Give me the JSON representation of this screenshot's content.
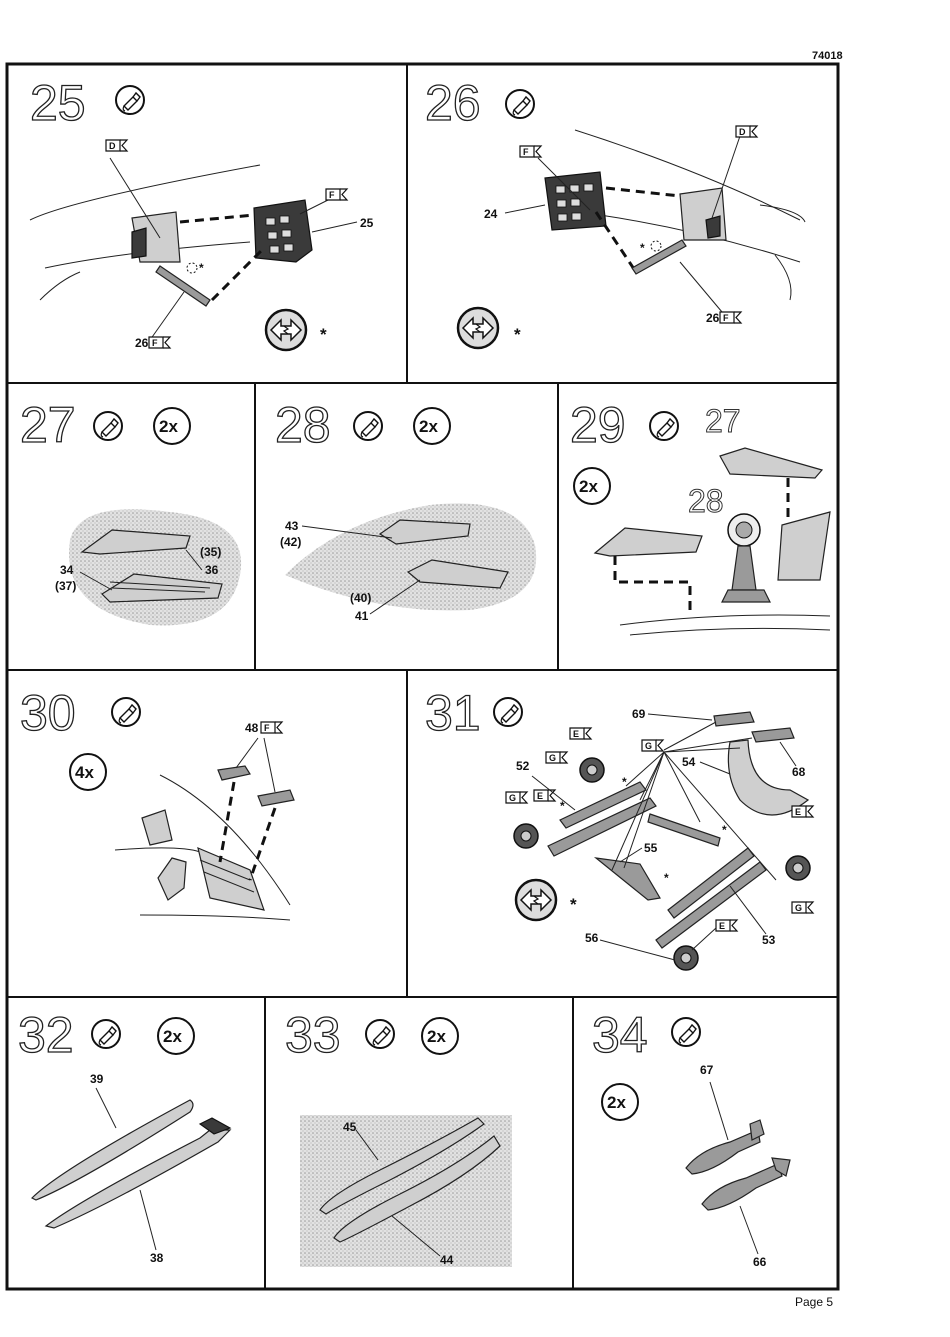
{
  "header": {
    "product_code": "74018"
  },
  "footer": {
    "page_label": "Page 5"
  },
  "steps": {
    "s25": {
      "number": "25",
      "parts": [
        "25",
        "26"
      ],
      "flags": [
        "D",
        "F",
        "F"
      ]
    },
    "s26": {
      "number": "26",
      "parts": [
        "24",
        "26"
      ],
      "flags": [
        "D",
        "F",
        "F"
      ]
    },
    "s27": {
      "number": "27",
      "multiplier": "2x",
      "parts": [
        "(35)",
        "36",
        "34",
        "(37)"
      ]
    },
    "s28": {
      "number": "28",
      "multiplier": "2x",
      "parts": [
        "43",
        "(42)",
        "(40)",
        "41"
      ]
    },
    "s29": {
      "number": "29",
      "multiplier": "2x",
      "refs": [
        "27",
        "28"
      ]
    },
    "s30": {
      "number": "30",
      "multiplier": "4x",
      "parts": [
        "48"
      ],
      "flags": [
        "F"
      ]
    },
    "s31": {
      "number": "31",
      "parts": [
        "69",
        "52",
        "54",
        "68",
        "55",
        "53",
        "56"
      ],
      "flags": [
        "E",
        "G",
        "G",
        "G",
        "E",
        "E",
        "G",
        "E"
      ]
    },
    "s32": {
      "number": "32",
      "multiplier": "2x",
      "parts": [
        "39",
        "38"
      ]
    },
    "s33": {
      "number": "33",
      "multiplier": "2x",
      "parts": [
        "45",
        "44"
      ]
    },
    "s34": {
      "number": "34",
      "multiplier": "2x",
      "parts": [
        "67",
        "66"
      ]
    }
  },
  "symbols": {
    "asterisk": "*",
    "glue_icon": "glue-icon",
    "swap_icon": "optional-parts-icon"
  }
}
